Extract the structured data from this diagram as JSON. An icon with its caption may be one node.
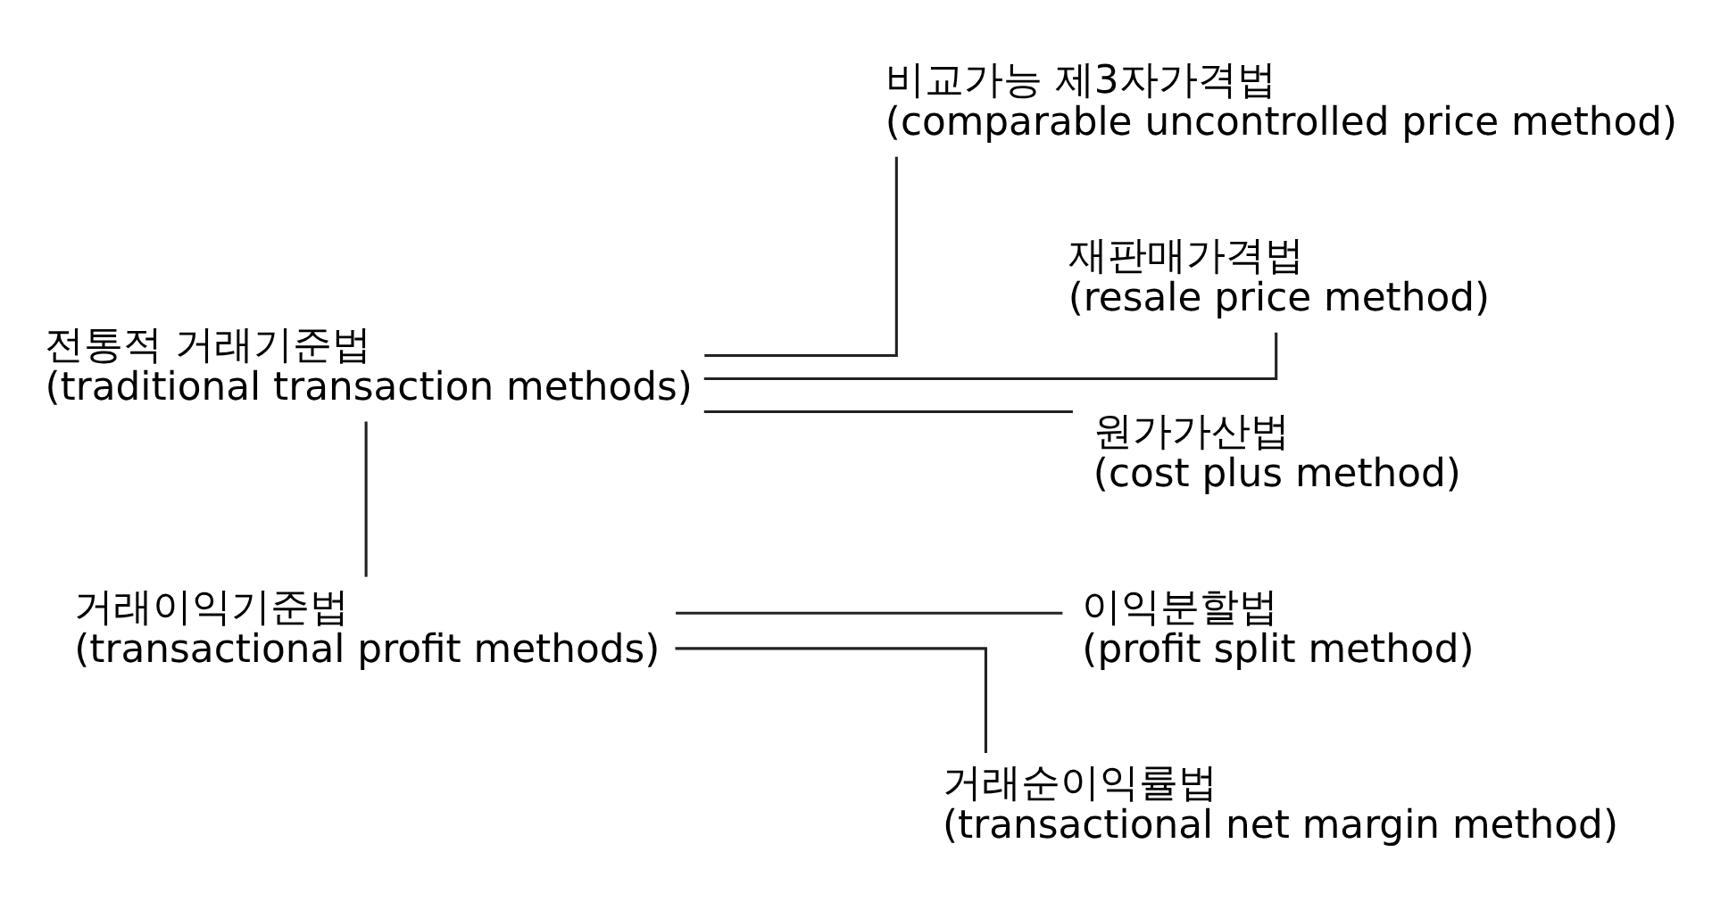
{
  "diagram": {
    "nodes": [
      {
        "text": [
          "전통적 거래기준법",
          "(traditional transaction methods)"
        ]
      },
      {
        "text": [
          "거래이익기준법",
          "(transactional profit methods)"
        ]
      },
      {
        "text": [
          "비교가능 제3자가격법",
          "(comparable uncontrolled price method)"
        ]
      },
      {
        "text": [
          "재판매가격법",
          "(resale price method)"
        ]
      },
      {
        "text": [
          "원가가산법",
          "(cost plus method)"
        ]
      },
      {
        "text": [
          "이익분할법",
          "(profit split method)"
        ]
      },
      {
        "text": [
          "거래순이익률법",
          "(transactional net margin method)"
        ]
      }
    ],
    "edges": [
      {
        "from": 0,
        "to": 1,
        "arrow": "none"
      },
      {
        "from": 0,
        "to": 2,
        "arrow": "none"
      },
      {
        "from": 0,
        "to": 3,
        "arrow": "none"
      },
      {
        "from": 0,
        "to": 4,
        "arrow": "none"
      },
      {
        "from": 1,
        "to": 5,
        "arrow": "none"
      },
      {
        "from": 1,
        "to": 6,
        "arrow": "none"
      }
    ]
  }
}
